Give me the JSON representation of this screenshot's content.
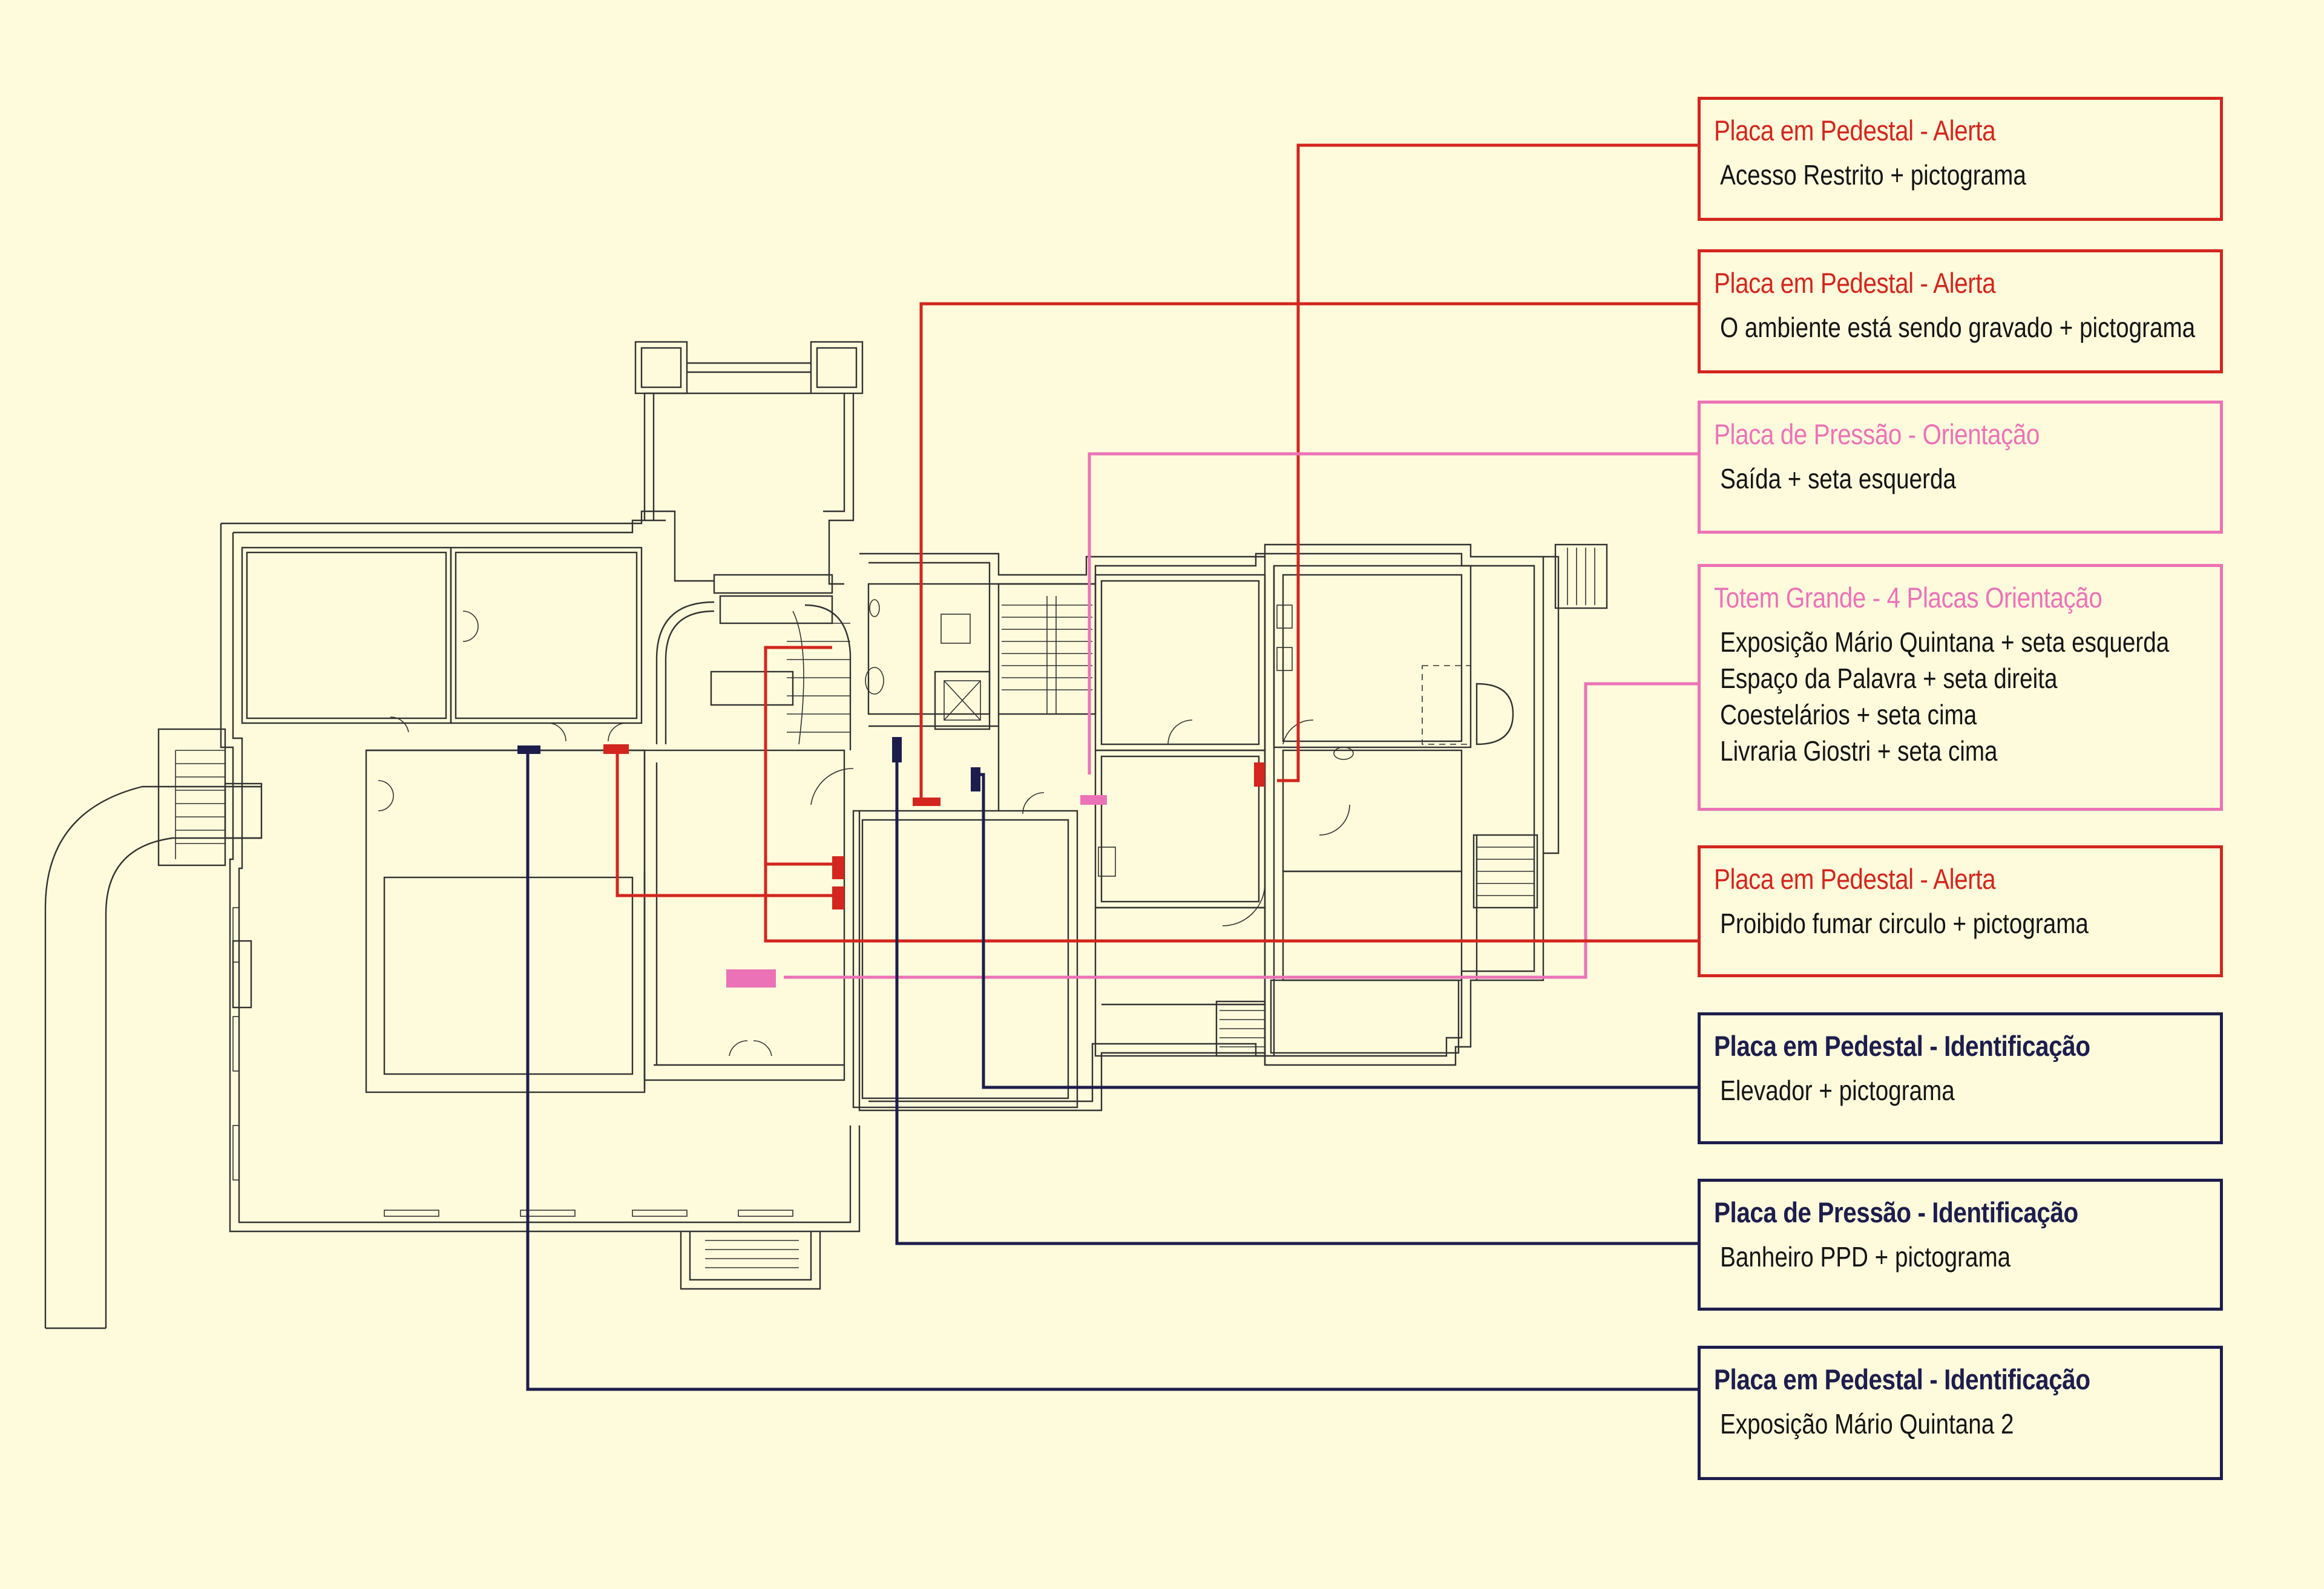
{
  "colors": {
    "background": "#fdfbdc",
    "alerta": "#d3261e",
    "orientacao": "#ec72b7",
    "identificacao": "#1d1d4d",
    "walls": "#333333"
  },
  "cards": [
    {
      "id": "acesso-restrito",
      "type": "alerta",
      "title": "Placa em Pedestal - Alerta",
      "lines": [
        "Acesso Restrito + pictograma"
      ]
    },
    {
      "id": "ambiente-gravado",
      "type": "alerta",
      "title": "Placa em Pedestal - Alerta",
      "lines": [
        "O ambiente está sendo gravado + pictograma"
      ]
    },
    {
      "id": "saida",
      "type": "orientacao",
      "title": "Placa de Pressão - Orientação",
      "lines": [
        "Saída + seta esquerda"
      ]
    },
    {
      "id": "totem-grande",
      "type": "orientacao",
      "title": "Totem Grande - 4 Placas Orientação",
      "lines": [
        "Exposição Mário Quintana + seta esquerda",
        "Espaço da Palavra + seta direita",
        "Coestelários + seta cima",
        "Livraria Giostri + seta cima"
      ]
    },
    {
      "id": "proibido-fumar",
      "type": "alerta",
      "title": "Placa em Pedestal - Alerta",
      "lines": [
        "Proibido fumar circulo + pictograma"
      ]
    },
    {
      "id": "elevador",
      "type": "identificacao",
      "title": "Placa em Pedestal - Identificação",
      "lines": [
        "Elevador + pictograma"
      ]
    },
    {
      "id": "banheiro-ppd",
      "type": "identificacao",
      "title": "Placa de Pressão - Identificação",
      "lines": [
        "Banheiro PPD + pictograma"
      ]
    },
    {
      "id": "exposicao-mq2",
      "type": "identificacao",
      "title": "Placa em Pedestal - Identificação",
      "lines": [
        "Exposição Mário Quintana 2"
      ]
    }
  ]
}
